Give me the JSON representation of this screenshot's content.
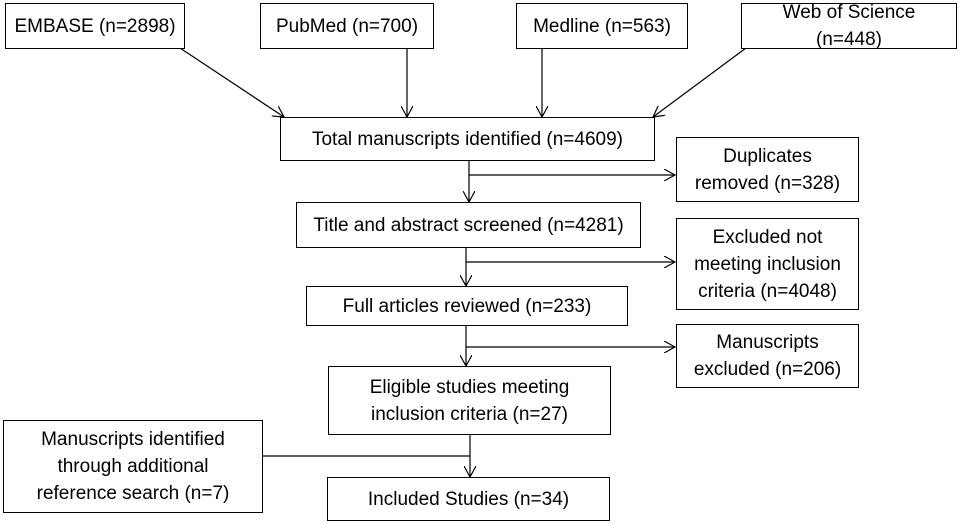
{
  "sources": {
    "embase": "EMBASE (n=2898)",
    "pubmed": "PubMed (n=700)",
    "medline": "Medline (n=563)",
    "wos": "Web of Science (n=448)"
  },
  "flow": {
    "total": "Total manuscripts identified (n=4609)",
    "screened": "Title  and abstract screened (n=4281)",
    "full": "Full articles  reviewed (n=233)",
    "eligible": "Eligible studies meeting\ninclusion criteria (n=27)",
    "included": "Included Studies (n=34)"
  },
  "exclusions": {
    "duplicates": "Duplicates\nremoved (n=328)",
    "not_meeting": "Excluded not\nmeeting inclusion\ncriteria (n=4048)",
    "manuscripts": "Manuscripts\nexcluded (n=206)"
  },
  "additional": {
    "label": "Manuscripts identified\nthrough additional\nreference search (n=7)"
  }
}
